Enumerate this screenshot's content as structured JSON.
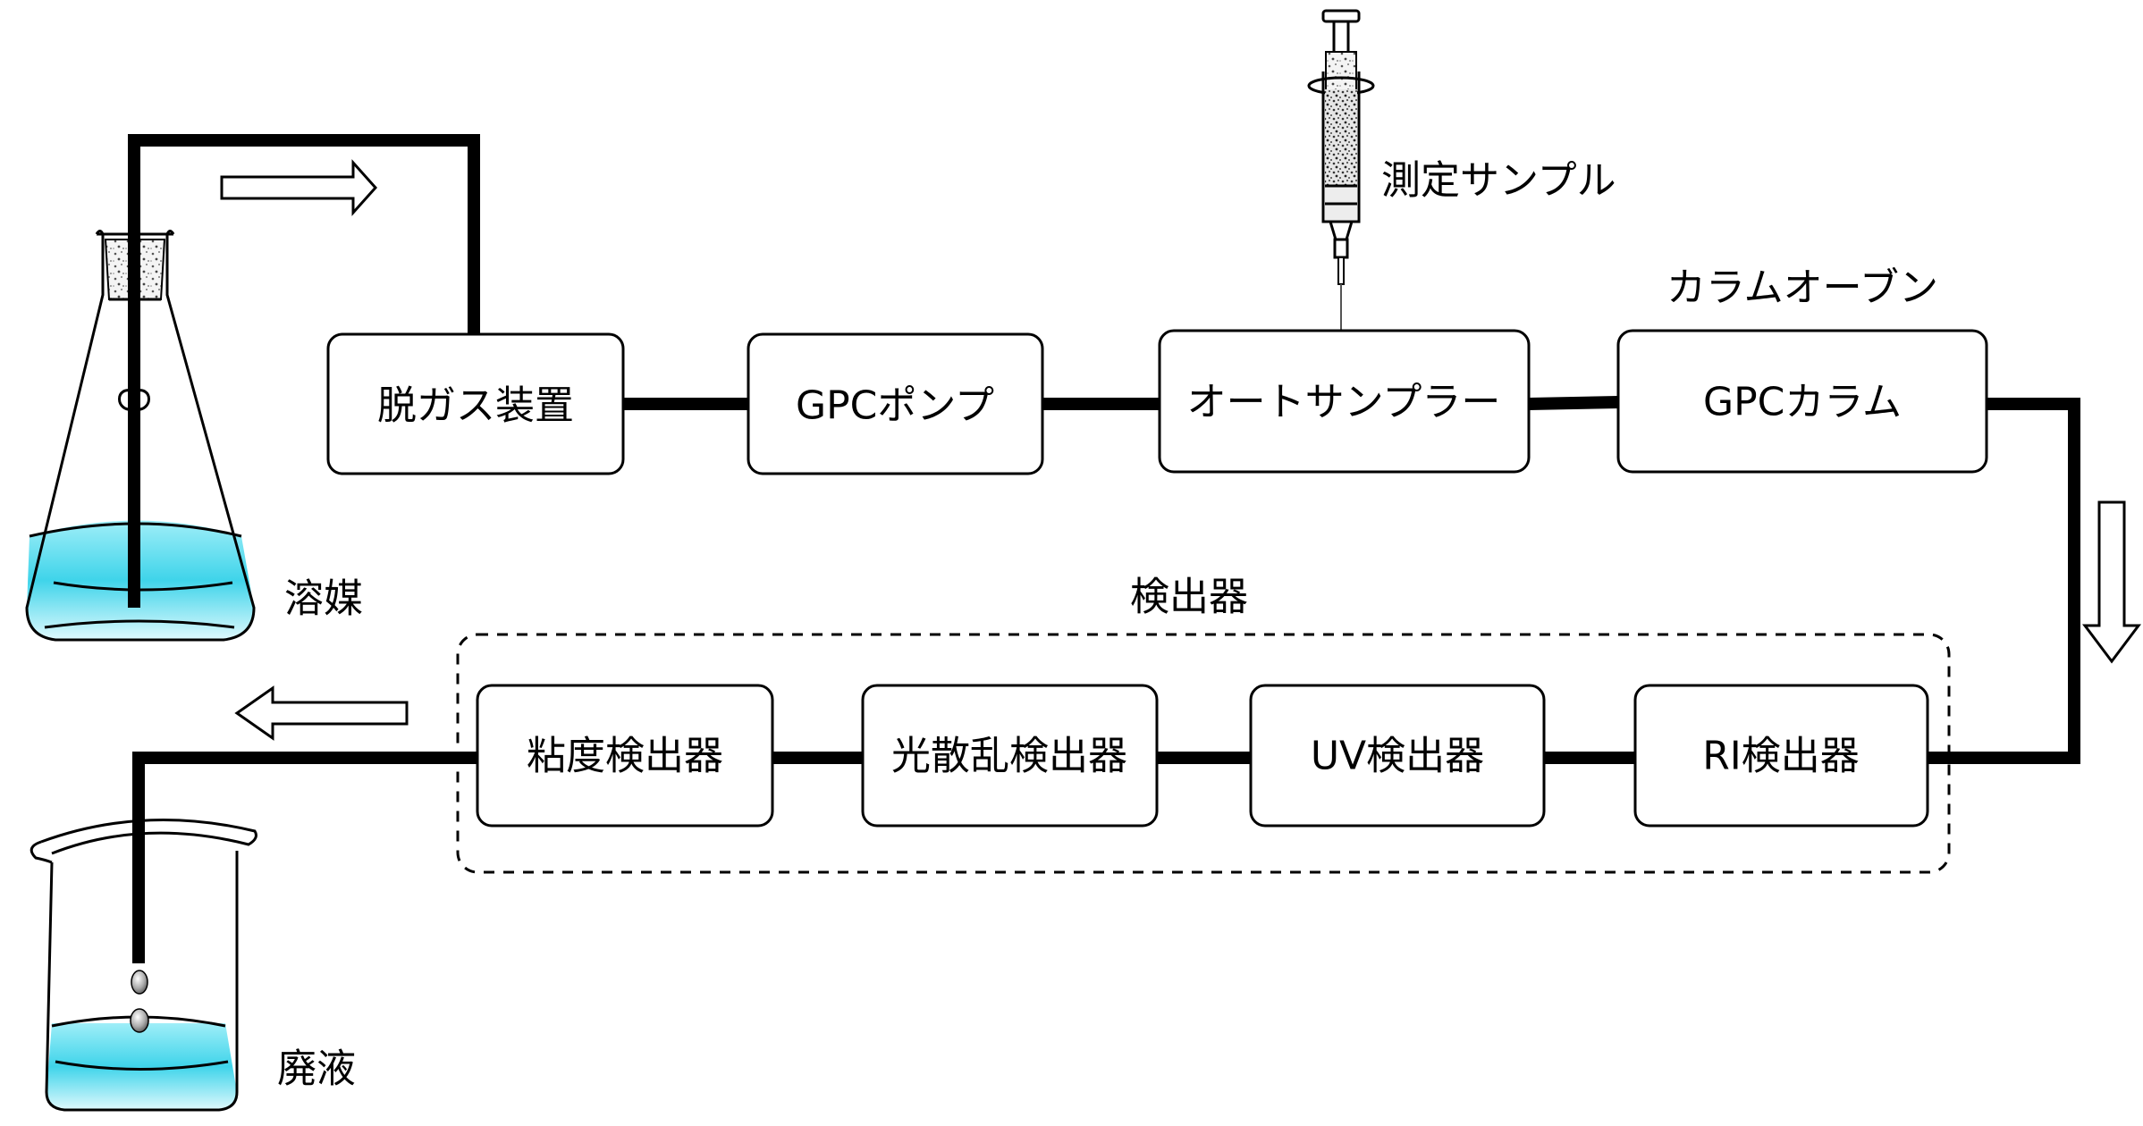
{
  "labels": {
    "solvent": "溶媒",
    "waste": "廃液",
    "sample": "測定サンプル",
    "column_oven": "カラムオーブン",
    "detectors_group": "検出器"
  },
  "boxes": {
    "degasser": "脱ガス装置",
    "pump": "GPCポンプ",
    "autosampler": "オートサンプラー",
    "column": "GPCカラム",
    "viscosity_detector": "粘度検出器",
    "light_scattering_detector": "光散乱検出器",
    "uv_detector": "UV検出器",
    "ri_detector": "RI検出器"
  },
  "colors": {
    "liquid": "#39d3ea",
    "liquid_light": "#c9f4fa",
    "line": "#000000",
    "background": "#ffffff"
  }
}
